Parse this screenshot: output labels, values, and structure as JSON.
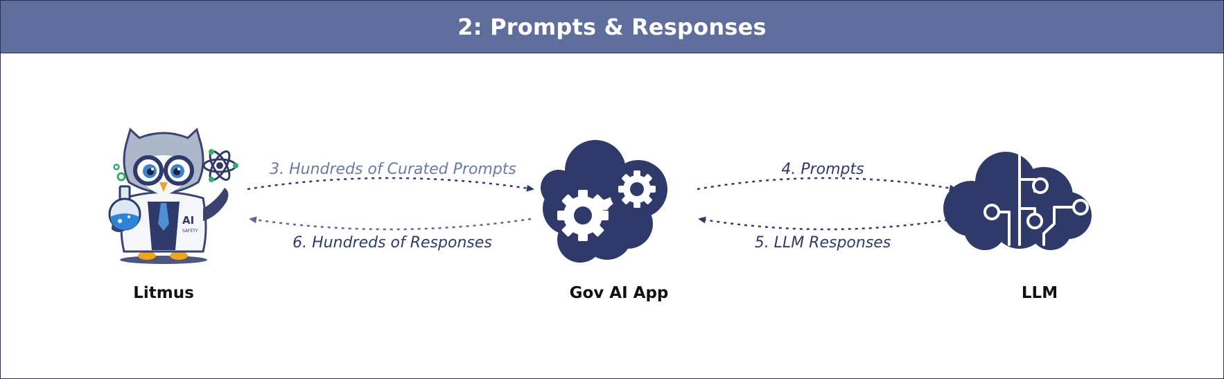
{
  "header": {
    "title": "2: Prompts & Responses"
  },
  "nodes": {
    "litmus": {
      "label": "Litmus",
      "badge": "AI",
      "badge_sub": "SAFETY"
    },
    "app": {
      "label": "Gov AI App"
    },
    "llm": {
      "label": "LLM"
    }
  },
  "edges": {
    "curated_prompts": {
      "label": "3. Hundreds of Curated Prompts"
    },
    "responses": {
      "label": "6. Hundreds of Responses"
    },
    "prompts": {
      "label": "4. Prompts"
    },
    "llm_responses": {
      "label": "5. LLM Responses"
    }
  },
  "colors": {
    "header_bg": "#5f6e9c",
    "icon_navy": "#2f3a6b",
    "label_light": "#6b78a8",
    "label_dark": "#2f3a6b"
  }
}
